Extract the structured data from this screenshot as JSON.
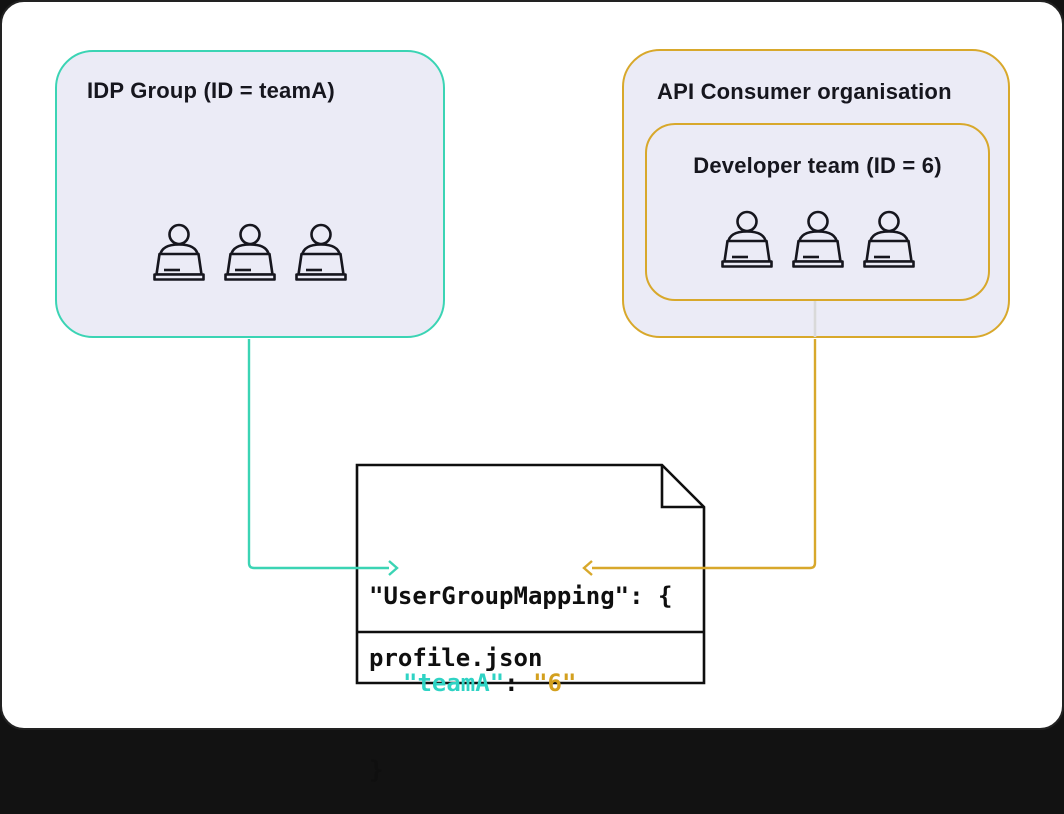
{
  "diagram": {
    "idp_group": {
      "title": "IDP Group (ID = teamA)",
      "member_count": 3
    },
    "api_consumer_org": {
      "title": "API Consumer organisation",
      "developer_team": {
        "title": "Developer team (ID = 6)",
        "member_count": 3
      }
    },
    "mapping_file": {
      "filename": "profile.json",
      "code": {
        "line1": "\"UserGroupMapping\": {",
        "key": "\"teamA\"",
        "separator": ": ",
        "value": "\"6\"",
        "line3": "}"
      }
    },
    "icons": {
      "person": "person-at-laptop-icon"
    }
  },
  "colors": {
    "teal": "#3bd4b4",
    "gold": "#d8a82b",
    "code-teal": "#2fd3c4",
    "code-gold": "#d3a01e",
    "lavender": "#ebebf6",
    "ink": "#16161e",
    "doc-stroke": "#0f0f0f",
    "gray-conn": "#d9d9d9"
  }
}
